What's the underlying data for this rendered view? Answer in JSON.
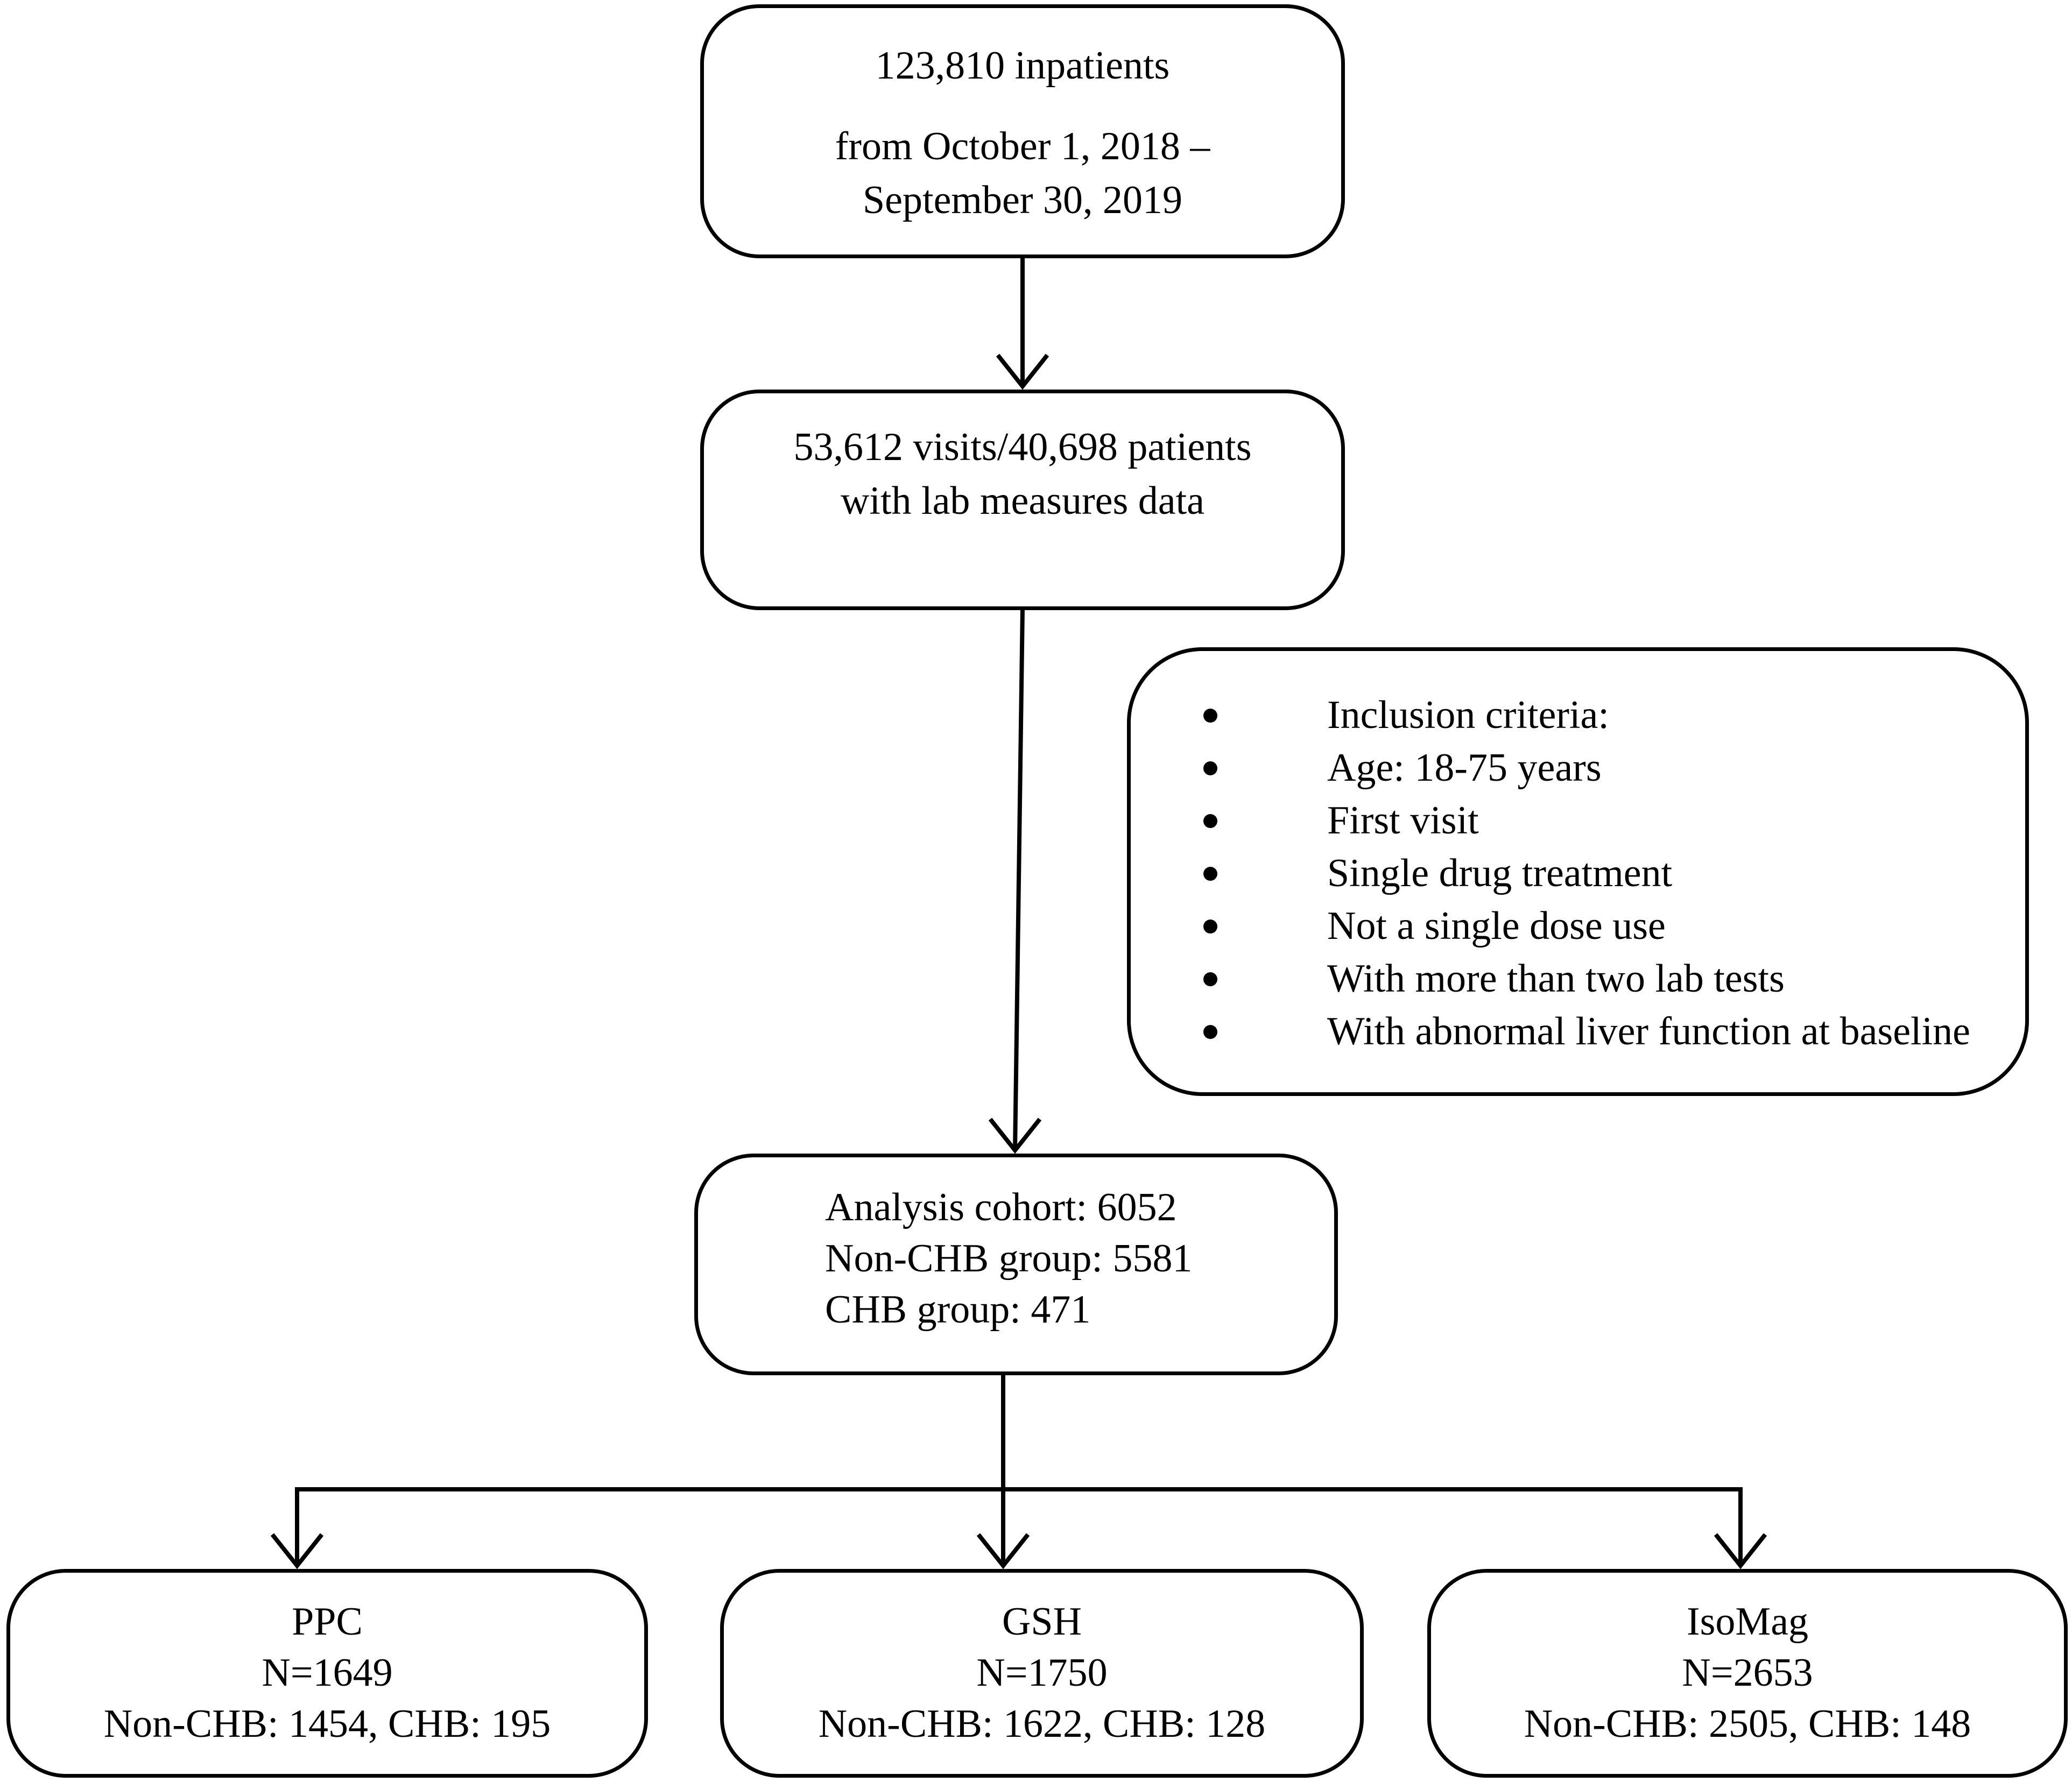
{
  "source_box": {
    "line1": "123,810 inpatients",
    "line2": "from October 1, 2018 –",
    "line3": "September 30, 2019"
  },
  "lab_box": {
    "line1": "53,612 visits/40,698 patients",
    "line2": "with lab measures data"
  },
  "criteria_box": {
    "items": [
      "Inclusion criteria:",
      "Age: 18-75 years",
      "First visit",
      "Single drug treatment",
      "Not a single dose use",
      "With more than two lab tests",
      "With abnormal liver function at baseline"
    ]
  },
  "cohort_box": {
    "line1": "Analysis cohort: 6052",
    "line2": "Non-CHB group: 5581",
    "line3": "CHB group: 471"
  },
  "groups": [
    {
      "name": "PPC",
      "n": "N=1649",
      "split": "Non-CHB: 1454, CHB: 195"
    },
    {
      "name": "GSH",
      "n": "N=1750",
      "split": "Non-CHB: 1622, CHB: 128"
    },
    {
      "name": "IsoMag",
      "n": "N=2653",
      "split": "Non-CHB: 2505, CHB: 148"
    }
  ]
}
